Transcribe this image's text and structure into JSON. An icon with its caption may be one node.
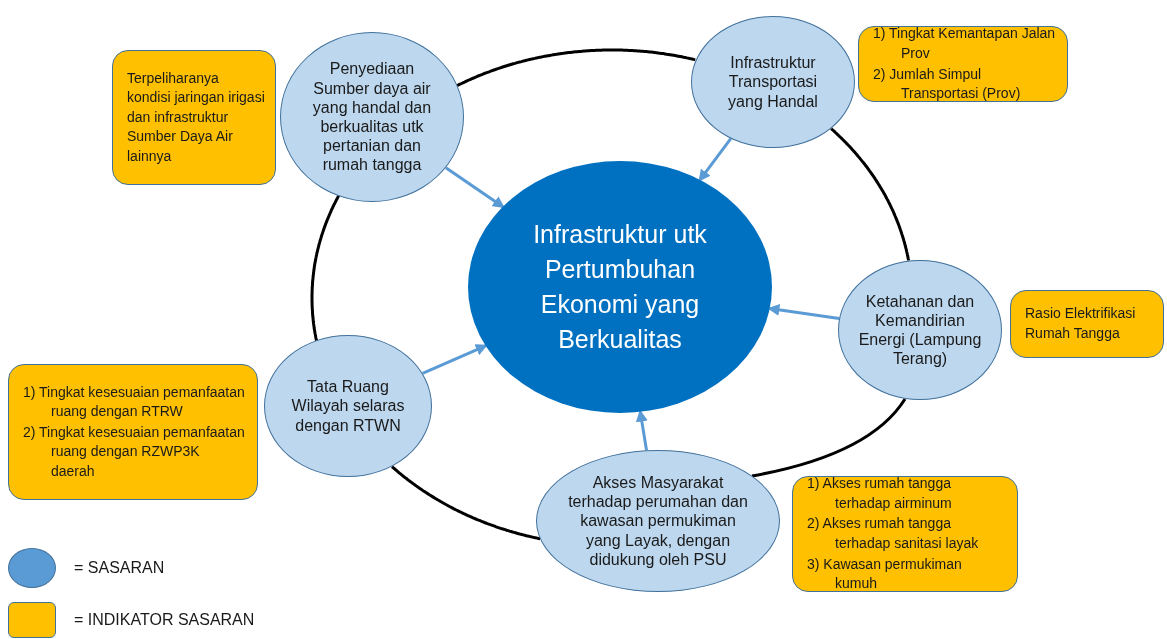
{
  "diagram": {
    "nodes": [
      {
        "text": [
          "Infrastruktur utk Pertumbuhan Ekonomi yang Berkualitas"
        ]
      },
      {
        "text": [
          "Penyediaan Sumber daya air yang handal dan berkualitas utk pertanian dan rumah tangga"
        ]
      },
      {
        "text": [
          "Infrastruktur Transportasi yang Handal"
        ]
      },
      {
        "text": [
          "Ketahanan dan Kemandirian Energi (Lampung Terang)"
        ]
      },
      {
        "text": [
          "Tata Ruang Wilayah selaras dengan RTWN"
        ]
      },
      {
        "text": [
          "Akses Masyarakat terhadap perumahan dan kawasan permukiman yang Layak, dengan didukung oleh PSU"
        ]
      },
      {
        "text": [
          "Terpeliharanya kondisi jaringan irigasi dan infrastruktur Sumber Daya Air lainnya"
        ]
      },
      {
        "text": [
          "1) Tingkat Kemantapan Jalan Prov",
          "2) Jumlah Simpul Transportasi (Prov)"
        ]
      },
      {
        "text": [
          "Rasio Elektrifikasi Rumah Tangga"
        ]
      },
      {
        "text": [
          "1) Tingkat kesesuaian pemanfaatan ruang dengan RTRW",
          "2) Tingkat kesesuaian pemanfaatan ruang dengan RZWP3K daerah"
        ]
      },
      {
        "text": [
          "1) Akses rumah tangga terhadap airminum",
          "2) Akses rumah tangga terhadap sanitasi layak",
          "3) Kawasan permukiman kumuh"
        ]
      }
    ],
    "edges": [
      {
        "from": 1,
        "to": 0,
        "arrow": "to",
        "color": "#5b9bd5"
      },
      {
        "from": 2,
        "to": 0,
        "arrow": "to",
        "color": "#5b9bd5"
      },
      {
        "from": 3,
        "to": 0,
        "arrow": "to",
        "color": "#5b9bd5"
      },
      {
        "from": 4,
        "to": 0,
        "arrow": "to",
        "color": "#5b9bd5"
      },
      {
        "from": 5,
        "to": 0,
        "arrow": "to",
        "color": "#5b9bd5"
      },
      {
        "from": 1,
        "to": 2,
        "arrow": "none",
        "color": "#000000"
      },
      {
        "from": 2,
        "to": 3,
        "arrow": "none",
        "color": "#000000"
      },
      {
        "from": 3,
        "to": 5,
        "arrow": "none",
        "color": "#000000"
      },
      {
        "from": 5,
        "to": 4,
        "arrow": "none",
        "color": "#000000"
      },
      {
        "from": 4,
        "to": 1,
        "arrow": "none",
        "color": "#000000"
      }
    ],
    "legend": [
      {
        "text": "= SASARAN",
        "color": "#5b9bd5"
      },
      {
        "text": "= INDIKATOR SASARAN",
        "color": "#ffc000"
      }
    ]
  }
}
